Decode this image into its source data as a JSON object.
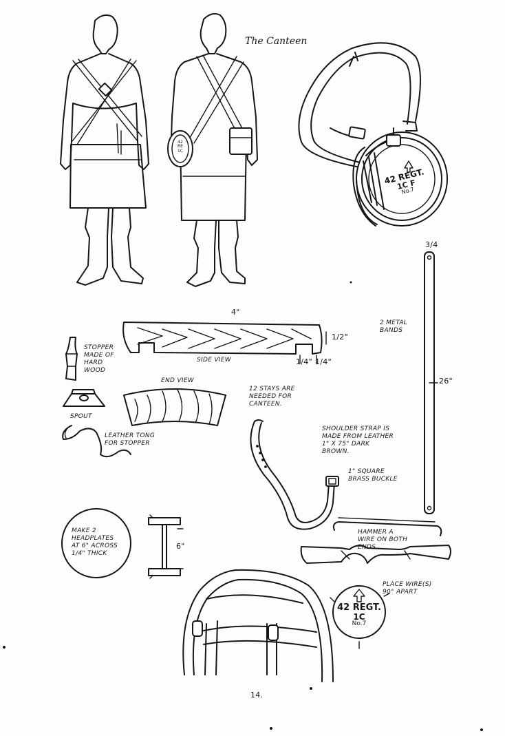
{
  "title": "The Canteen",
  "labels": {
    "width": "4\"",
    "thickness": "1/2\"",
    "notch_a": "1/4\"",
    "notch_b": "1/4\"",
    "side_view": "SIDE VIEW",
    "end_view": "END VIEW",
    "stopper": "STOPPER\nMADE OF\nHARD\nWOOD",
    "spout": "SPOUT",
    "tong": "LEATHER TONG\nFOR STOPPER",
    "stays": "12 STAYS ARE\nNEEDED FOR\nCANTEEN.",
    "strap": "SHOULDER STRAP IS\nMADE FROM LEATHER\n1\" X 75\" DARK\nBROWN.",
    "buckle": "1\" SQUARE\nBRASS BUCKLE",
    "bands": "2 METAL\nBANDS",
    "band_width": "3/4",
    "band_length": "26\"",
    "headplates": "MAKE 2\nHEADPLATES\nAT 6\" ACROSS\n1/4\" THICK",
    "headplate_size": "6\"",
    "wire": "HAMMER A\nWIRE ON BOTH\nENDS",
    "place_wire": "PLACE WIRE(S)\n90° APART",
    "page_number": "14."
  },
  "markings": {
    "regiment": "42 REGT.",
    "company": "1C",
    "number": "No.7",
    "canteen_regiment": "42 REGT.",
    "canteen_company": "1C F",
    "canteen_number": "No.7",
    "small_top": "42",
    "small_mid": "RE",
    "small_bot": "1C"
  },
  "colors": {
    "ink": "#151515",
    "paper": "#fdfdfb"
  }
}
